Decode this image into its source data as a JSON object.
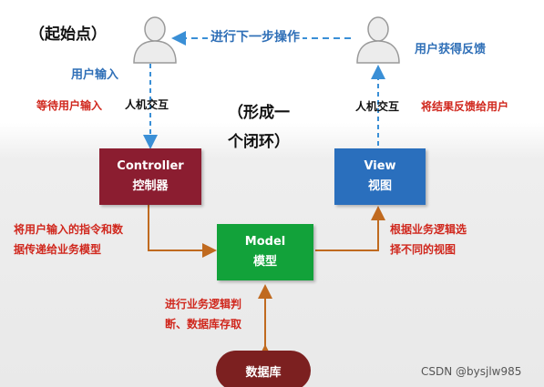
{
  "start_label": "（起始点）",
  "top_arrow_label": "进行下一步操作",
  "user_input_label": "用户输入",
  "user_feedback_label": "用户获得反馈",
  "wait_input_label": "等待用户输入",
  "hci_left_label": "人机交互",
  "hci_right_label": "人机交互",
  "feedback_to_user_label": "将结果反馈给用户",
  "loop_label_line1": "（形成一",
  "loop_label_line2": "个闭环）",
  "controller": {
    "name": "Controller",
    "subtitle": "控制器",
    "color": "#8b1d30"
  },
  "view": {
    "name": "View",
    "subtitle": "视图",
    "color": "#2a6fbd"
  },
  "model": {
    "name": "Model",
    "subtitle": "模型",
    "color": "#12a23a"
  },
  "database": {
    "label": "数据库",
    "color": "#7c2020"
  },
  "controller_to_model_line1": "将用户输入的指令和数",
  "controller_to_model_line2": "据传递给业务模型",
  "model_to_view_line1": "根据业务逻辑选",
  "model_to_view_line2": "择不同的视图",
  "model_db_line1": "进行业务逻辑判",
  "model_db_line2": "断、数据库存取",
  "watermark": "CSDN @bysjlw985",
  "colors": {
    "accent_red": "#d0271d",
    "accent_blue": "#2f6fb7",
    "arrow_orange": "#c06a1f",
    "arrow_blue": "#3a8fd6"
  }
}
